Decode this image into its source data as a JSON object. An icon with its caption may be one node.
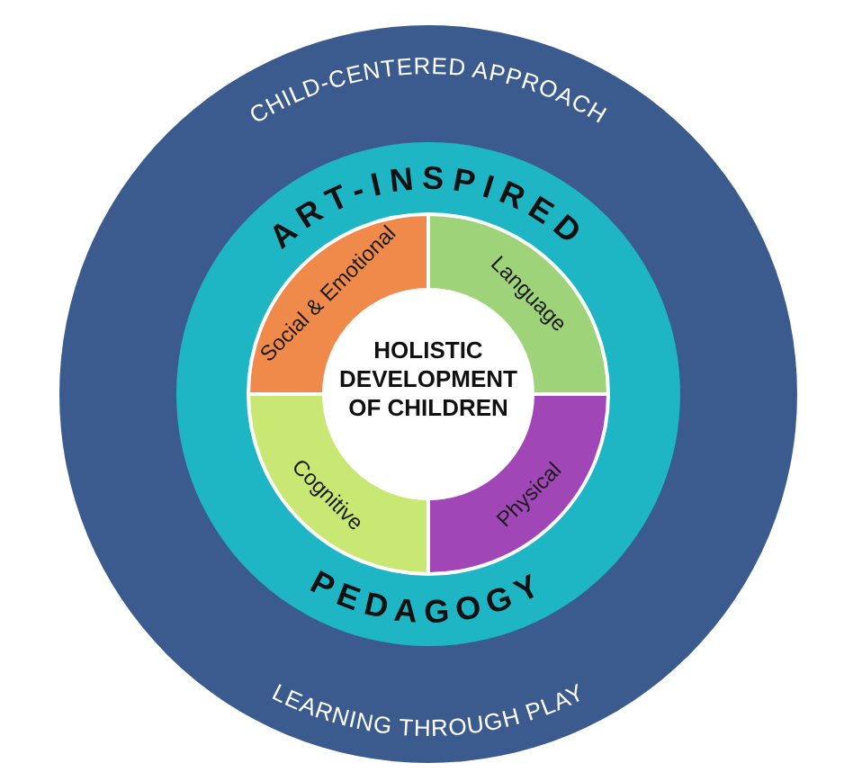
{
  "diagram": {
    "nodes": [
      {
        "text": [
          "CHILD-CENTERED APPROACH",
          "LEARNING THROUGH PLAY"
        ]
      },
      {
        "text": [
          "ART-INSPIRED",
          "PEDAGOGY"
        ],
        "in": 0
      },
      {
        "text": [
          "Social & Emotional"
        ],
        "in": 1
      },
      {
        "text": [
          "Language"
        ],
        "in": 1
      },
      {
        "text": [
          "Physical"
        ],
        "in": 1
      },
      {
        "text": [
          "Cognitive"
        ],
        "in": 1
      },
      {
        "text": [
          "HOLISTIC DEVELOPMENT OF CHILDREN"
        ],
        "in": 1
      }
    ]
  }
}
